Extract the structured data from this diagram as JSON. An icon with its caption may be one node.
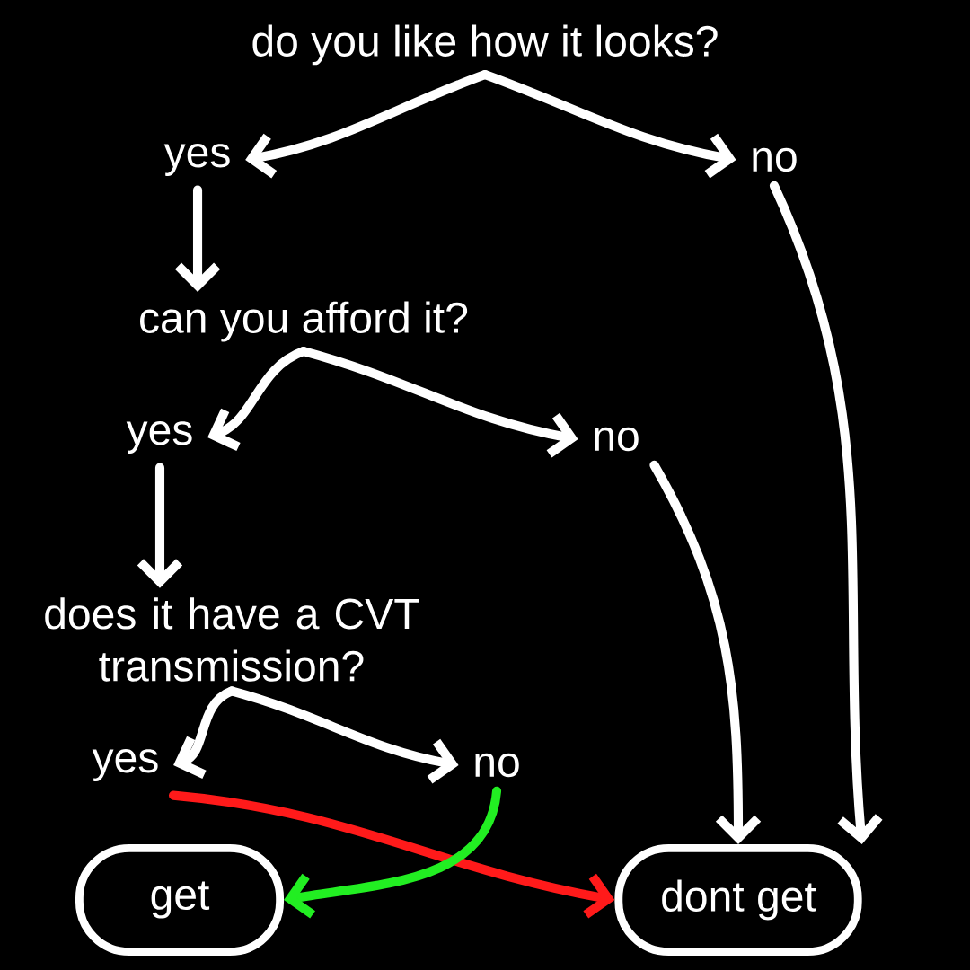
{
  "diagram": {
    "nodes": [
      {
        "text": [
          "do you like how it looks?"
        ]
      },
      {
        "text": [
          "yes"
        ]
      },
      {
        "text": [
          "no"
        ]
      },
      {
        "text": [
          "can you afford it?"
        ]
      },
      {
        "text": [
          "yes"
        ]
      },
      {
        "text": [
          "no"
        ]
      },
      {
        "text": [
          "does it have a CVT transmission?"
        ]
      },
      {
        "text": [
          "yes"
        ]
      },
      {
        "text": [
          "no"
        ]
      },
      {
        "text": [
          "get"
        ]
      },
      {
        "text": [
          "dont get"
        ]
      }
    ],
    "edges": [
      {
        "from": 0,
        "to": 1,
        "arrow": "to"
      },
      {
        "from": 0,
        "to": 2,
        "arrow": "to"
      },
      {
        "from": 1,
        "to": 3,
        "arrow": "to"
      },
      {
        "from": 2,
        "to": 10,
        "arrow": "to"
      },
      {
        "from": 3,
        "to": 4,
        "arrow": "to"
      },
      {
        "from": 3,
        "to": 5,
        "arrow": "to"
      },
      {
        "from": 4,
        "to": 6,
        "arrow": "to"
      },
      {
        "from": 5,
        "to": 10,
        "arrow": "to"
      },
      {
        "from": 6,
        "to": 7,
        "arrow": "to"
      },
      {
        "from": 6,
        "to": 8,
        "arrow": "to"
      },
      {
        "from": 7,
        "to": 10,
        "arrow": "to",
        "color": "#ff1a1a"
      },
      {
        "from": 8,
        "to": 9,
        "arrow": "to",
        "color": "#22ee22"
      }
    ]
  }
}
